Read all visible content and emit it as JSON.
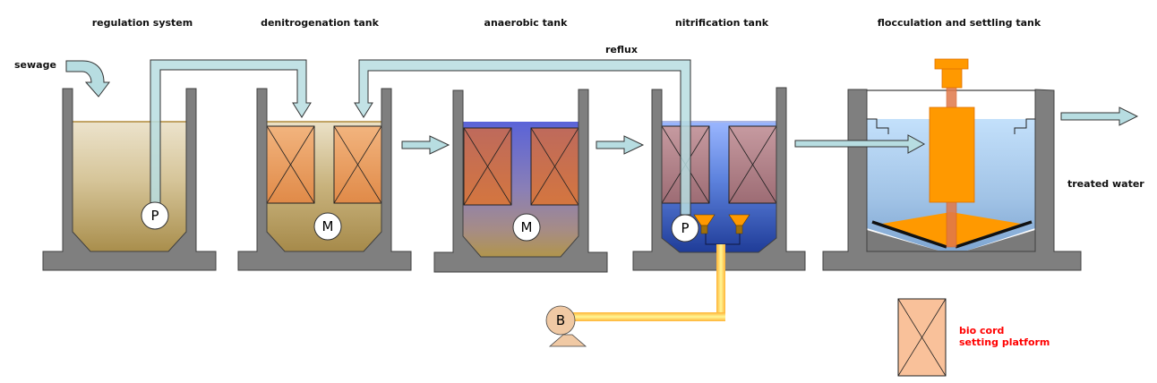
{
  "diagram": {
    "title": "Sewage treatment process flow",
    "labels": {
      "regulation_system": "regulation system",
      "denitrogenation_tank": "denitrogenation tank",
      "anaerobic_tank": "anaerobic tank",
      "nitrification_tank": "nitrification tank",
      "flocculation_tank": "flocculation and settling tank",
      "sewage": "sewage",
      "reflux": "reflux",
      "treated_water": "treated water"
    },
    "symbols": {
      "pump": "P",
      "mixer": "M",
      "blower": "B"
    },
    "legend": {
      "line1": "bio cord",
      "line2": "setting platform"
    },
    "colors": {
      "wall": "#7f7f7f",
      "pipe": "#b7dde1",
      "sewage_top": "#ece3cc",
      "sewage_bottom": "#a98e4c",
      "bio_cord_orange": "#e89a5c",
      "anaerobic_blue": "#5c63d6",
      "nitrification_blue": "#2747a6",
      "flocculation_water": "#bcdcf8",
      "agitator_orange": "#ff9900",
      "air_pipe_yellow": "#fff27a",
      "legend_red": "#ff0000"
    }
  }
}
